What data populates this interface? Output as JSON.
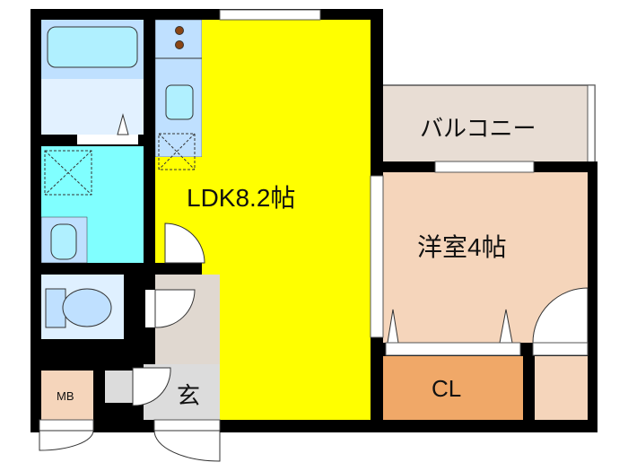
{
  "floor_plan": {
    "rooms": {
      "ldk": "LDK8.2帖",
      "western_room": "洋室4帖",
      "balcony": "バルコニー",
      "closet": "CL",
      "entrance": "玄",
      "meter_box": "MB"
    },
    "colors": {
      "wall": "#000000",
      "ldk": "#ffff00",
      "western_room": "#f5d5bb",
      "closet": "#f0a868",
      "balcony": "#e8ddd4",
      "washroom": "#80ffff",
      "bath": "#bfe0ff",
      "toilet": "#dff0ff",
      "entrance_hall": "#e0d8d0",
      "genkan": "#dcdcdc"
    }
  }
}
